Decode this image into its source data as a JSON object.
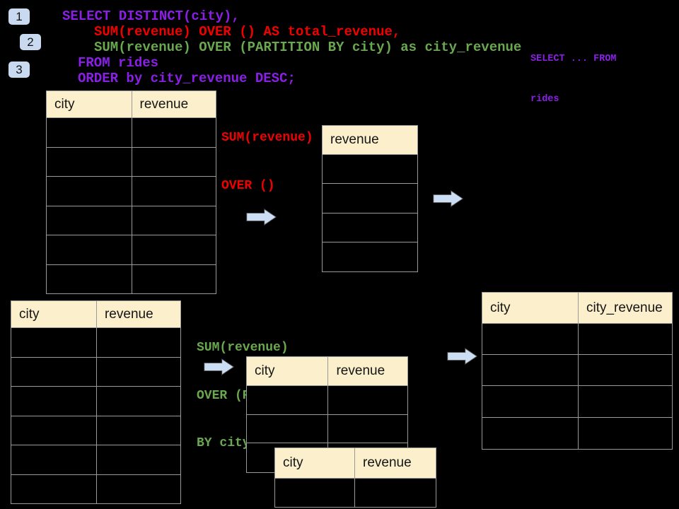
{
  "colors": {
    "background": "#000000",
    "purple": "#8B1FE8",
    "red": "#F20000",
    "green": "#6AA84F",
    "table_header_bg": "#FCF0CC",
    "table_border": "#9A9A9A",
    "arrow_fill": "#CCDEF3",
    "badge_bg": "#C9DAF0"
  },
  "badges": [
    {
      "label": "1"
    },
    {
      "label": "2"
    },
    {
      "label": "3"
    }
  ],
  "sql_code": {
    "lines": [
      {
        "text": "SELECT DISTINCT(city),",
        "color": "purple"
      },
      {
        "text": "SUM(revenue) OVER () AS total_revenue,",
        "color": "red"
      },
      {
        "text": "SUM(revenue) OVER (PARTITION BY city) as city_revenue",
        "color": "green"
      },
      {
        "text": "FROM rides",
        "color": "purple"
      },
      {
        "text": "ORDER by city_revenue DESC;",
        "color": "purple"
      }
    ]
  },
  "side_code": {
    "line1": "SELECT ... FROM",
    "line2": "rides"
  },
  "annotations": {
    "total_label": {
      "line1": "SUM(revenue)",
      "line2": "OVER ()"
    },
    "partition_label": {
      "line1": "SUM(revenue)",
      "line2": "OVER (PARTITION",
      "line3": "BY city)"
    }
  },
  "tables": {
    "source_top": {
      "headers": [
        "city",
        "revenue"
      ],
      "row_count": 6
    },
    "total_revenue": {
      "headers": [
        "revenue"
      ],
      "row_count": 4
    },
    "source_bottom": {
      "headers": [
        "city",
        "revenue"
      ],
      "row_count": 6
    },
    "partition_mid": {
      "headers": [
        "city",
        "revenue"
      ],
      "row_count": 3
    },
    "partition_overlay": {
      "headers": [
        "city",
        "revenue"
      ],
      "row_count": 1
    },
    "result": {
      "headers": [
        "city",
        "city_revenue"
      ],
      "row_count": 4
    }
  }
}
